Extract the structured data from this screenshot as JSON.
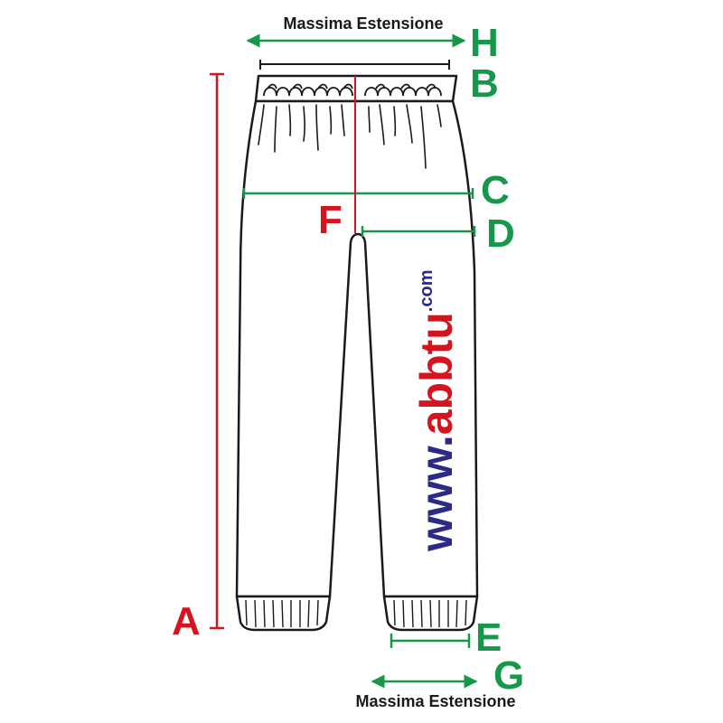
{
  "colors": {
    "red": "#d6141f",
    "green": "#16974a",
    "outline": "#1a1a1a",
    "watermark_blue": "#2b2a86",
    "watermark_red": "#d6141f"
  },
  "labels": {
    "top_caption": "Massima Estensione",
    "bottom_caption": "Massima Estensione",
    "A": "A",
    "B": "B",
    "C": "C",
    "D": "D",
    "E": "E",
    "F": "F",
    "G": "G",
    "H": "H"
  },
  "watermark": {
    "prefix": "www.",
    "brand": "abbtu",
    "domain": ".com"
  }
}
